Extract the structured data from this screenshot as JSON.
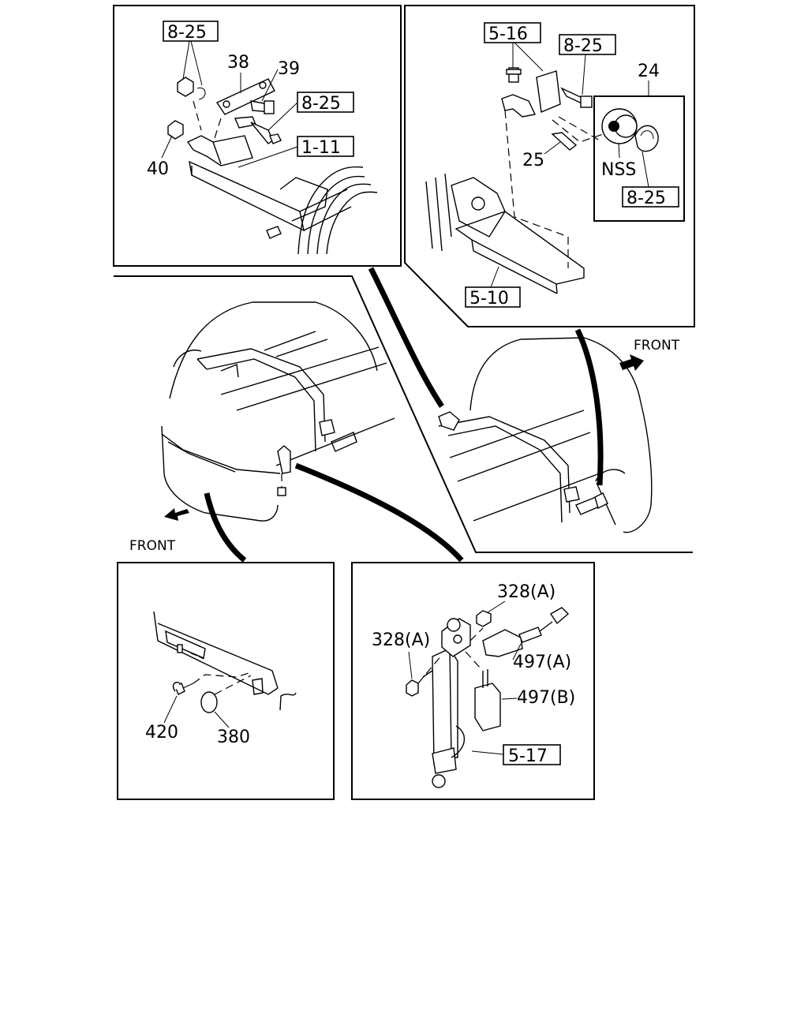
{
  "top_left": {
    "ref_a": "8-25",
    "ref_b": "8-25",
    "ref_c": "1-11",
    "num_38": "38",
    "num_39": "39",
    "num_40": "40"
  },
  "top_right": {
    "ref_a": "5-16",
    "ref_b": "8-25",
    "ref_c": "8-25",
    "ref_d": "5-10",
    "num_24": "24",
    "num_25": "25",
    "nss": "NSS"
  },
  "middle": {
    "front_right": "FRONT",
    "front_left": "FRONT"
  },
  "bottom_left": {
    "num_420": "420",
    "num_380": "380"
  },
  "bottom_right": {
    "num_328a_top": "328(A)",
    "num_328a_left": "328(A)",
    "num_497a": "497(A)",
    "num_497b": "497(B)",
    "ref_a": "5-17"
  }
}
